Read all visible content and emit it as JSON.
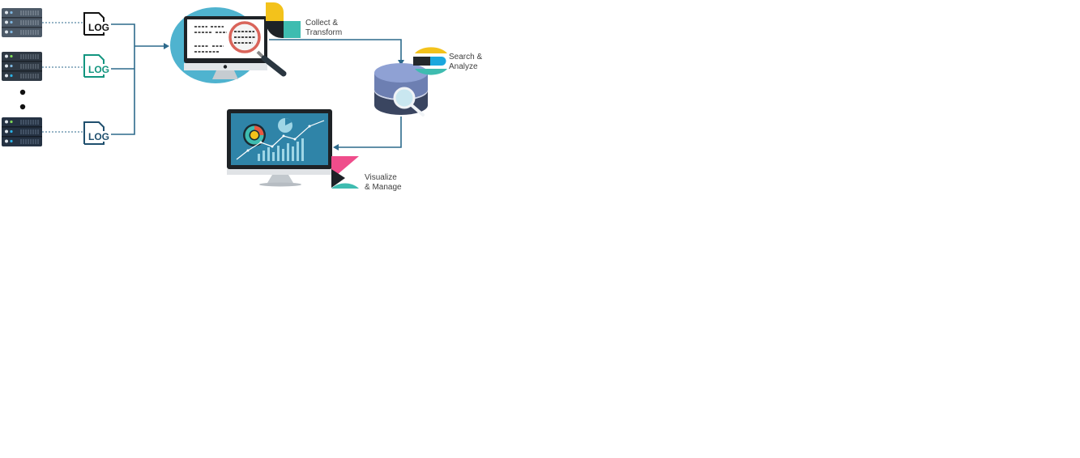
{
  "logs": [
    {
      "label": "LOG",
      "color": "#111111"
    },
    {
      "label": "LOG",
      "color": "#12957f"
    },
    {
      "label": "LOG",
      "color": "#1f4f6e"
    }
  ],
  "stages": {
    "collect": {
      "line1": "Collect &",
      "line2": "Transform"
    },
    "search": {
      "line1": "Search &",
      "line2": "Analyze"
    },
    "visualize": {
      "line1": "Visualize",
      "line2": "& Manage"
    }
  },
  "colors": {
    "connector": "#2d6a8c",
    "teal": "#3ebcb0",
    "yellow": "#f3c21b",
    "pink": "#ef4d8b",
    "blue": "#1ba7de",
    "server_dark": "#34404e",
    "screen_blue": "#2f84a8"
  },
  "icons": [
    "server-icon",
    "log-file-icon",
    "monitor-magnifier-icon",
    "logstash-logo-icon",
    "database-search-icon",
    "elasticsearch-logo-icon",
    "dashboard-monitor-icon",
    "kibana-logo-icon"
  ]
}
